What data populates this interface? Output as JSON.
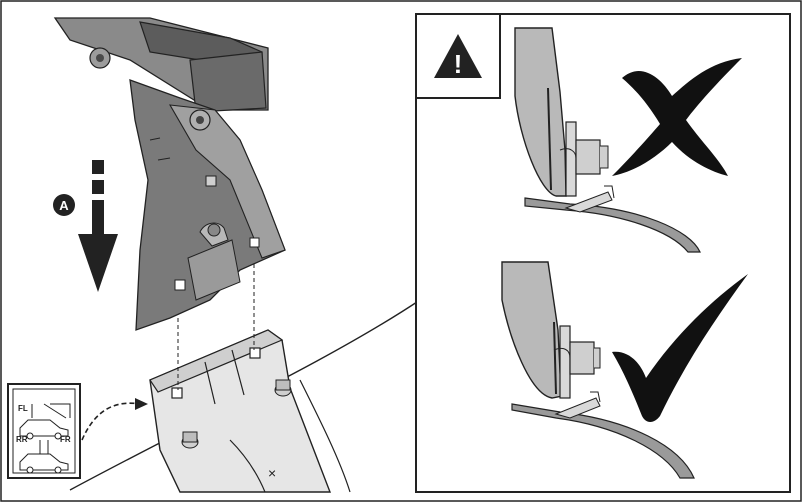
{
  "step_marker": "A",
  "warning_symbol": "!",
  "position_legend": {
    "front_left": "FL",
    "front_right": "FR",
    "rear_right_left": "RR",
    "rear_right": "FR"
  },
  "colors": {
    "line": "#1a1a1a",
    "foot_dark": "#6e6e6e",
    "foot_mid": "#8a8a8a",
    "foot_light": "#b9b9b9",
    "bracket": "#d9d9d9",
    "tape": "#9a9a9a"
  },
  "verdicts": {
    "incorrect": "cross-mark",
    "correct": "check-mark"
  }
}
